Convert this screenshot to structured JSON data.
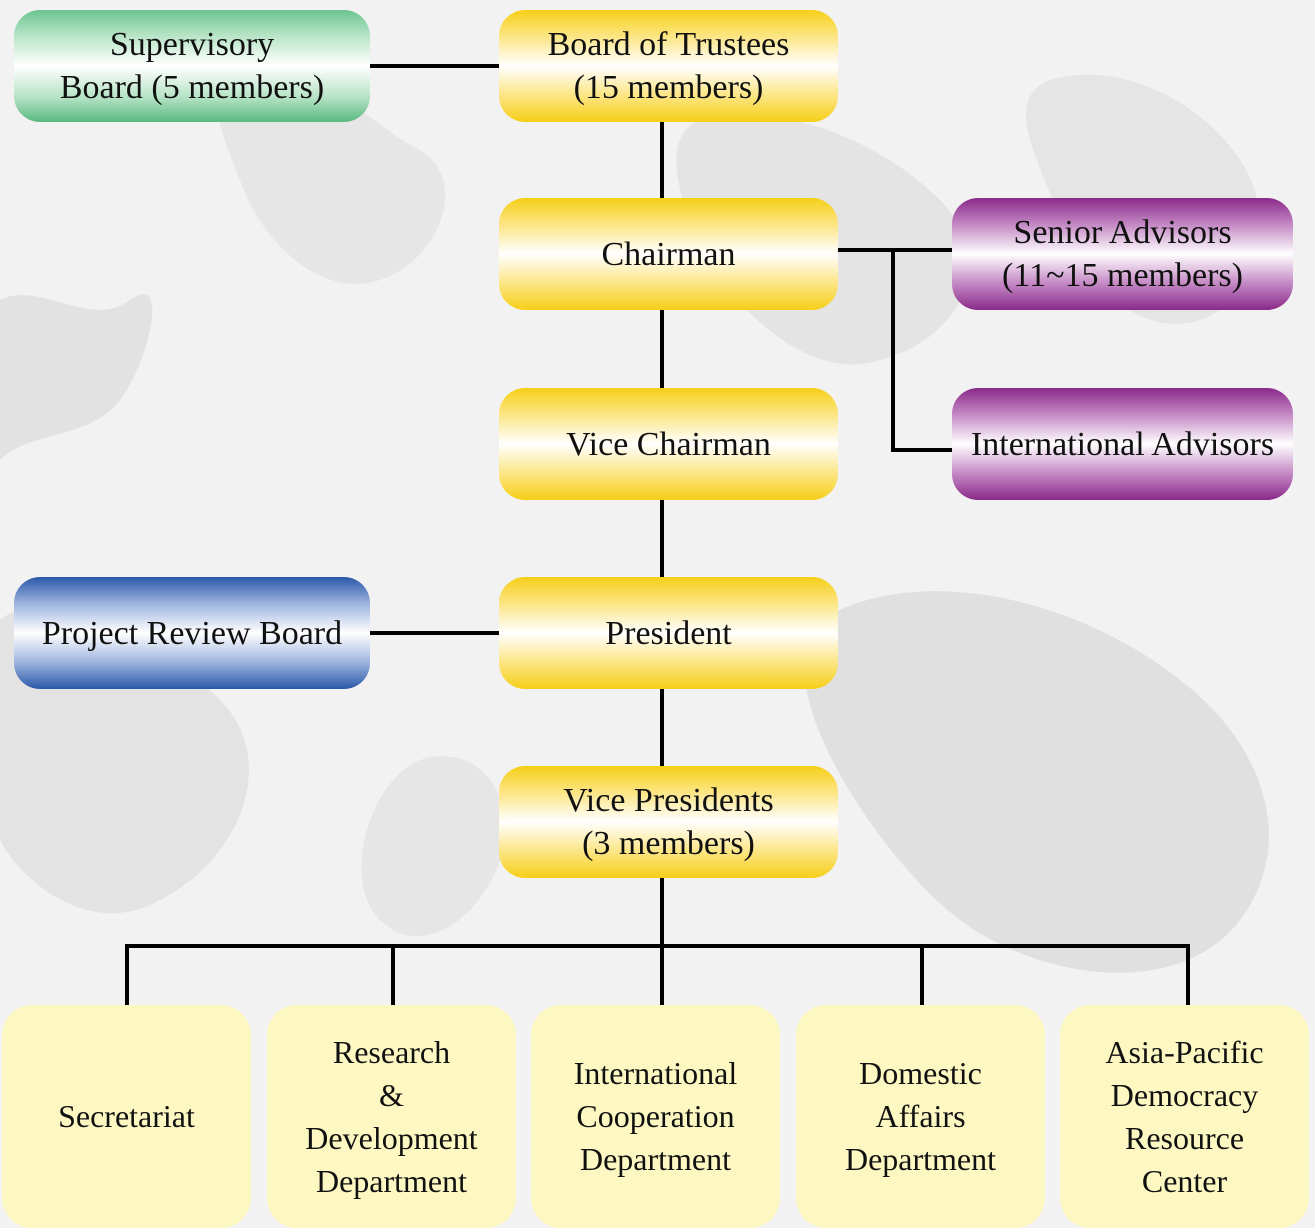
{
  "colors": {
    "executive": "#f5cf17",
    "supervisory": "#6cc48f",
    "advisors": "#8a2a8a",
    "review": "#2a58a8",
    "department": "#fdf8c2",
    "connector": "#000000"
  },
  "nodes": {
    "supervisory_board": "Supervisory\nBoard (5 members)",
    "board_of_trustees": "Board of Trustees\n(15 members)",
    "chairman": "Chairman",
    "senior_advisors": "Senior Advisors\n(11~15 members)",
    "vice_chairman": "Vice Chairman",
    "international_advisors": "International Advisors",
    "project_review_board": "Project Review Board",
    "president": "President",
    "vice_presidents": "Vice Presidents\n(3 members)"
  },
  "departments": [
    "Secretariat",
    "Research\n&\nDevelopment\nDepartment",
    "International\nCooperation\nDepartment",
    "Domestic\nAffairs\nDepartment",
    "Asia-Pacific\nDemocracy\nResource\nCenter"
  ]
}
